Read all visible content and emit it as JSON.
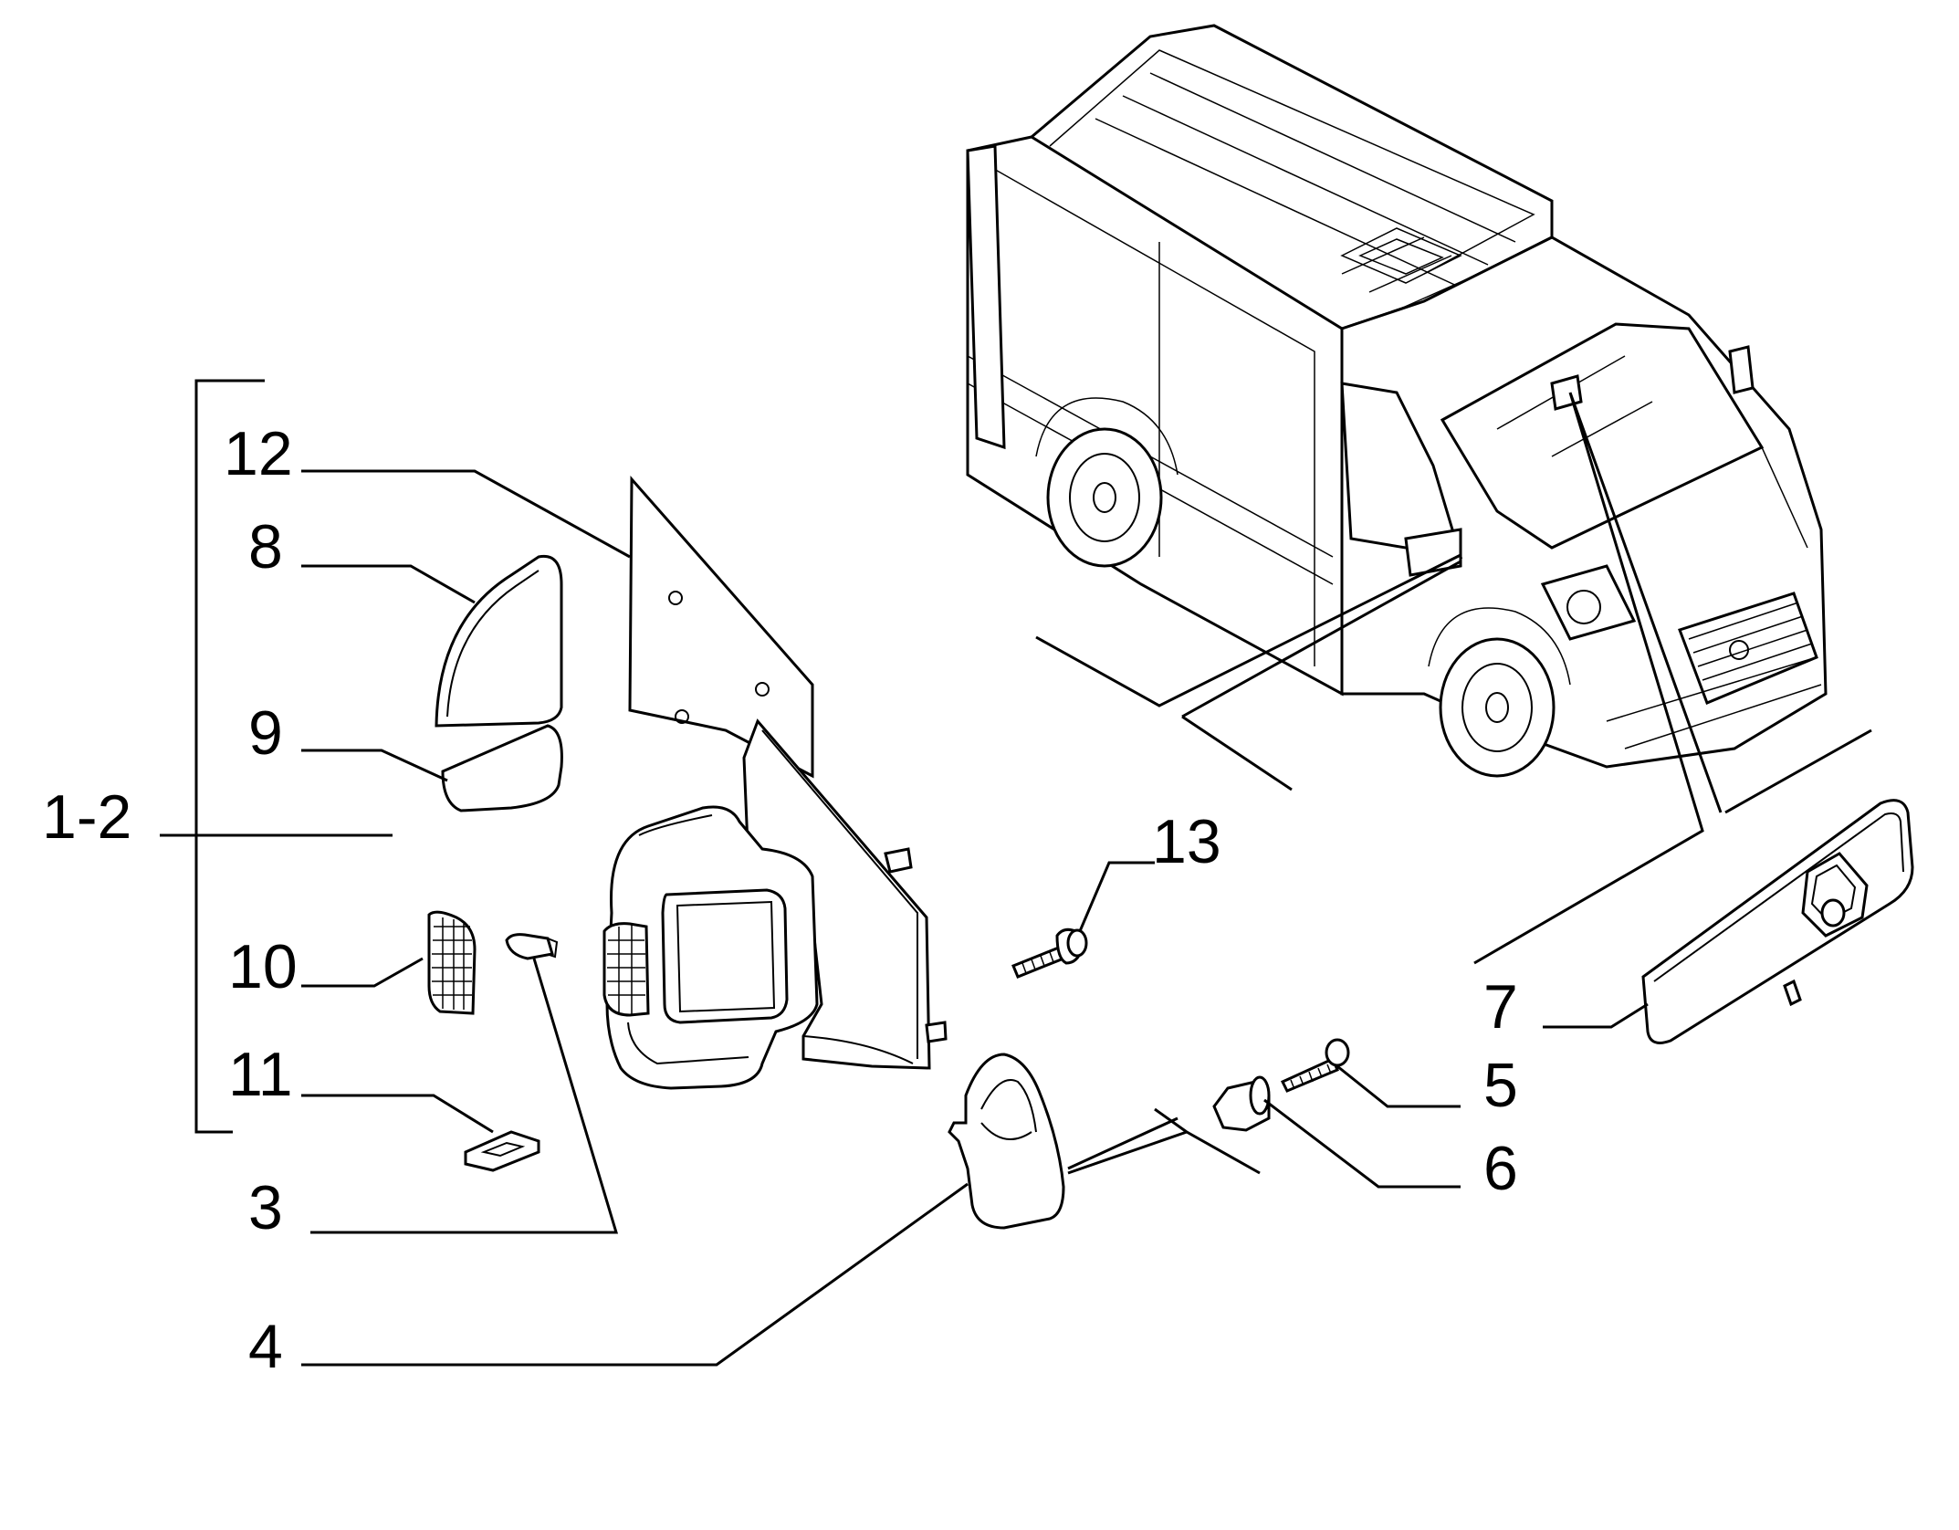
{
  "labels": {
    "bracket": "1-2",
    "l12": "12",
    "l8": "8",
    "l9": "9",
    "l10": "10",
    "l11": "11",
    "l3": "3",
    "l4": "4",
    "l13": "13",
    "l7": "7",
    "l5": "5",
    "l6": "6"
  },
  "colors": {
    "line": "#000000",
    "background": "#ffffff"
  }
}
